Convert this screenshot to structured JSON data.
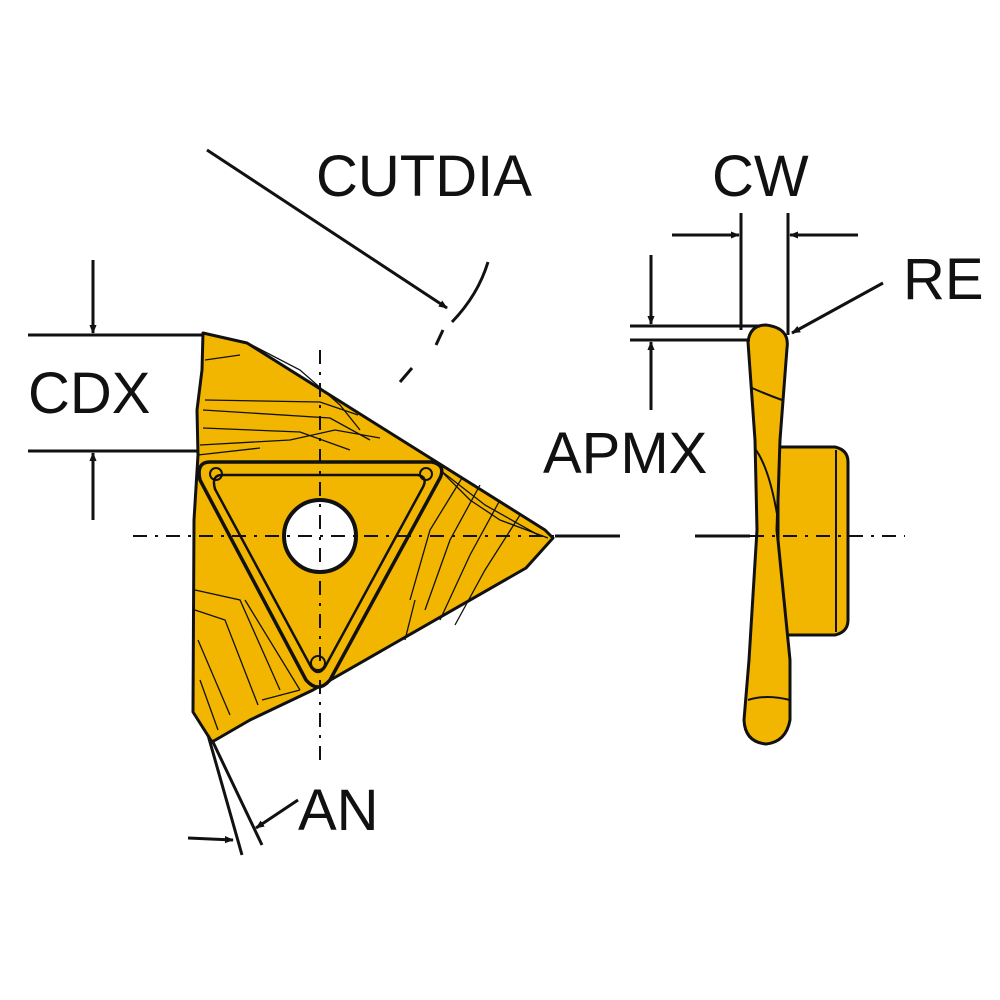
{
  "labels": {
    "cutdia": "CUTDIA",
    "cdx": "CDX",
    "cw": "CW",
    "re": "RE",
    "apmx": "APMX",
    "an": "AN"
  },
  "colors": {
    "insert_fill": "#F2B600",
    "line": "#111111",
    "background": "#FFFFFF"
  }
}
